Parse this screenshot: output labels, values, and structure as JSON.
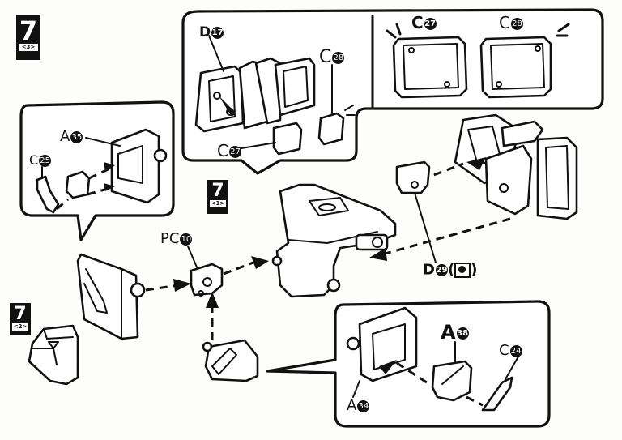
{
  "step_badges": [
    {
      "number": "7",
      "sub": "<3>"
    },
    {
      "number": "7",
      "sub": "<1>"
    },
    {
      "number": "7",
      "sub": "<2>"
    }
  ],
  "part_labels": {
    "d17": {
      "letter": "D",
      "num": "17"
    },
    "c28_top": {
      "letter": "C",
      "num": "28"
    },
    "c27_left": {
      "letter": "C",
      "num": "27"
    },
    "c27_top": {
      "letter": "C",
      "num": "27"
    },
    "c28_pair": {
      "letter": "C",
      "num": "28"
    },
    "a35": {
      "letter": "A",
      "num": "35"
    },
    "c25": {
      "letter": "C",
      "num": "25"
    },
    "pc10": {
      "letter": "PC",
      "num": "10"
    },
    "d29": {
      "letter": "D",
      "num": "29",
      "note": "(",
      "note_end": ")"
    },
    "a38": {
      "letter": "A",
      "num": "38"
    },
    "c24": {
      "letter": "C",
      "num": "24"
    },
    "a34": {
      "letter": "A",
      "num": "34"
    }
  }
}
